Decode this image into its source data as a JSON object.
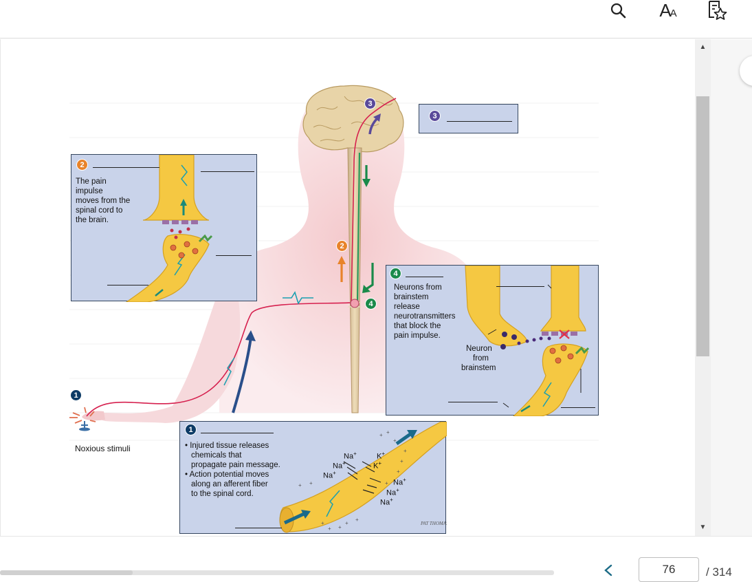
{
  "toolbar": {
    "search_icon": "search-icon",
    "text_size_label": "AA",
    "bookmark_icon": "bookmark-star-icon"
  },
  "figure": {
    "box1": {
      "number": "1",
      "bullet1": "• Injured tissue releases",
      "bullet1_l2": "chemicals that",
      "bullet1_l3": "propagate pain message.",
      "bullet2": "• Action potential moves",
      "bullet2_l2": "along an afferent fiber",
      "bullet2_l3": "to the spinal cord."
    },
    "box2": {
      "number": "2",
      "text_l1": "The pain",
      "text_l2": "impulse",
      "text_l3": "moves from the",
      "text_l4": "spinal cord to",
      "text_l5": "the brain."
    },
    "box3": {
      "number": "3"
    },
    "box4": {
      "number": "4",
      "text_l1": "Neurons from",
      "text_l2": "brainstem",
      "text_l3": "release",
      "text_l4": "neurotransmitters",
      "text_l5": "that block the",
      "text_l6": "pain impulse.",
      "neuron_l1": "Neuron",
      "neuron_l2": "from",
      "neuron_l3": "brainstem"
    },
    "noxious_label": "Noxious stimuli",
    "marker1": "1",
    "marker2": "2",
    "marker3": "3",
    "marker4": "4",
    "ions": {
      "na": "Na",
      "k": "K",
      "plus": "+"
    },
    "signature": "PAT THOMAS",
    "colors": {
      "box_bg": "#c9d3ea",
      "nerve_yellow": "#f5c842",
      "marker1_navy": "#0d3b66",
      "marker2_orange": "#e8832a",
      "marker3_purple": "#5a4a9a",
      "marker4_green": "#1a8a4a",
      "nerve_red": "#d6204e"
    }
  },
  "pager": {
    "prev_icon": "chevron-left-icon",
    "current_page": "76",
    "total": "/ 314",
    "progress": 0.24
  },
  "scroll": {
    "up_icon": "scroll-up-arrow-icon",
    "down_icon": "scroll-down-arrow-icon"
  }
}
